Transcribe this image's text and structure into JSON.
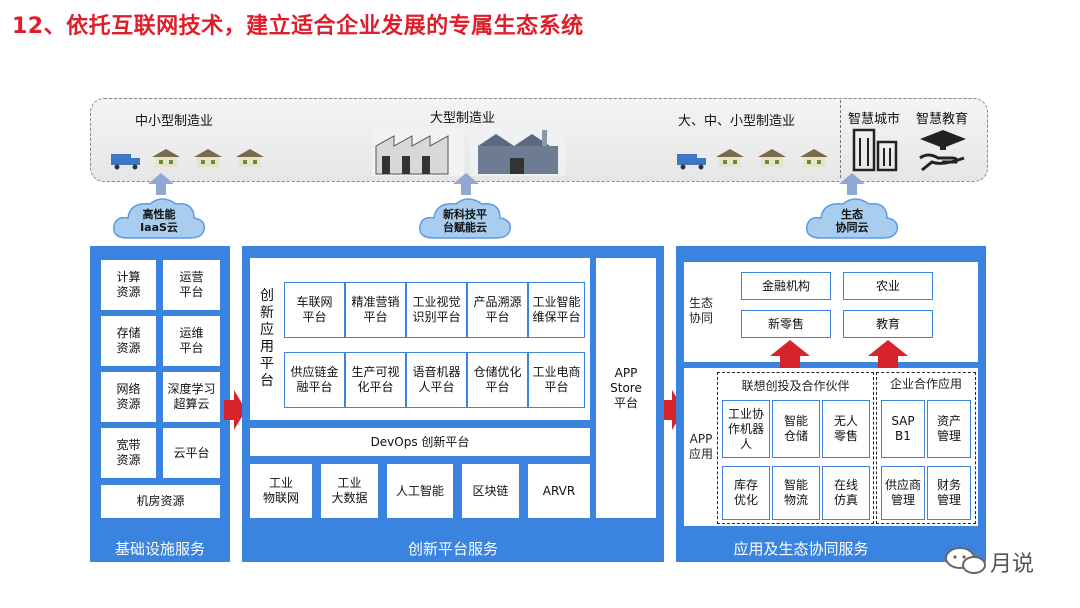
{
  "title": "12、依托互联网技术，建立适合企业发展的专属生态系统",
  "top": {
    "sme_label": "中小型制造业",
    "large_label": "大型制造业",
    "all_label": "大、中、小型制造业",
    "city_label": "智慧城市",
    "edu_label": "智慧教育"
  },
  "clouds": {
    "iaas": [
      "高性能",
      "IaaS云"
    ],
    "tech": [
      "新科技平",
      "台赋能云"
    ],
    "eco": [
      "生态",
      "协同云"
    ]
  },
  "infra": {
    "footer": "基础设施服务",
    "cells": [
      [
        "计算",
        "资源"
      ],
      [
        "运营",
        "平台"
      ],
      [
        "存储",
        "资源"
      ],
      [
        "运维",
        "平台"
      ],
      [
        "网络",
        "资源"
      ],
      [
        "深度学习",
        "超算云"
      ],
      [
        "宽带",
        "资源"
      ],
      [
        "云平台"
      ]
    ],
    "room": "机房资源"
  },
  "innov": {
    "footer": "创新平台服务",
    "vertical_label": "创新应用平台",
    "tiles": [
      [
        "车联网",
        "平台"
      ],
      [
        "精准营销",
        "平台"
      ],
      [
        "工业视觉",
        "识别平台"
      ],
      [
        "产品溯源",
        "平台"
      ],
      [
        "工业智能",
        "维保平台"
      ],
      [
        "供应链金",
        "融平台"
      ],
      [
        "生产可视",
        "化平台"
      ],
      [
        "语音机器",
        "人平台"
      ],
      [
        "仓储优化",
        "平台"
      ],
      [
        "工业电商",
        "平台"
      ]
    ],
    "appstore": [
      "APP",
      "Store",
      "平台"
    ],
    "devops": "DevOps 创新平台",
    "bottom": [
      [
        "工业",
        "物联网"
      ],
      [
        "工业",
        "大数据"
      ],
      [
        "人工智能"
      ],
      [
        "区块链"
      ],
      [
        "ARVR"
      ]
    ]
  },
  "app": {
    "footer": "应用及生态协同服务",
    "eco_label": [
      "生态",
      "协同"
    ],
    "eco_items": [
      "金融机构",
      "农业",
      "新零售",
      "教育"
    ],
    "app_label": [
      "APP",
      "应用"
    ],
    "partner_title": "联想创投及合作伙伴",
    "partner_items": [
      [
        "工业协",
        "作机器",
        "人"
      ],
      [
        "智能",
        "仓储"
      ],
      [
        "无人",
        "零售"
      ],
      [
        "库存",
        "优化"
      ],
      [
        "智能",
        "物流"
      ],
      [
        "在线",
        "仿真"
      ]
    ],
    "enterprise_title": "企业合作应用",
    "enterprise_items": [
      [
        "SAP",
        "B1"
      ],
      [
        "资产",
        "管理"
      ],
      [
        "供应商",
        "管理"
      ],
      [
        "财务",
        "管理"
      ]
    ]
  },
  "watermark": "月说",
  "colors": {
    "panel_blue": "#3a83de",
    "title_red": "#e01e2b",
    "arrow_red": "#d9232a"
  }
}
